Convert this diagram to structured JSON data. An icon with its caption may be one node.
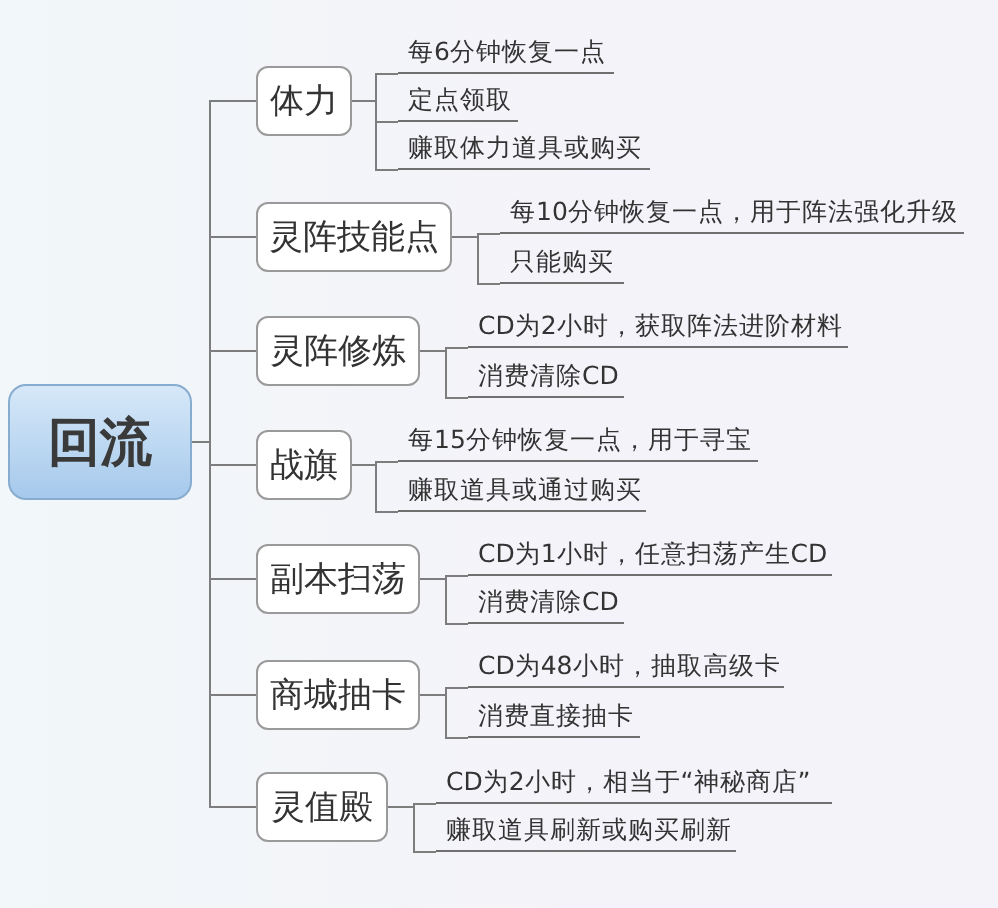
{
  "diagram": {
    "nodes": [
      {
        "text": [
          "回流"
        ]
      },
      {
        "text": [
          "体力"
        ]
      },
      {
        "text": [
          "每6分钟恢复一点"
        ]
      },
      {
        "text": [
          "定点领取"
        ]
      },
      {
        "text": [
          "赚取体力道具或购买"
        ]
      },
      {
        "text": [
          "灵阵技能点"
        ]
      },
      {
        "text": [
          "每10分钟恢复一点，用于阵法强化升级"
        ]
      },
      {
        "text": [
          "只能购买"
        ]
      },
      {
        "text": [
          "灵阵修炼"
        ]
      },
      {
        "text": [
          "CD为2小时，获取阵法进阶材料"
        ]
      },
      {
        "text": [
          "消费清除CD"
        ]
      },
      {
        "text": [
          "战旗"
        ]
      },
      {
        "text": [
          "每15分钟恢复一点，用于寻宝"
        ]
      },
      {
        "text": [
          "赚取道具或通过购买"
        ]
      },
      {
        "text": [
          "副本扫荡"
        ]
      },
      {
        "text": [
          "CD为1小时，任意扫荡产生CD"
        ]
      },
      {
        "text": [
          "消费清除CD"
        ]
      },
      {
        "text": [
          "商城抽卡"
        ]
      },
      {
        "text": [
          "CD为48小时，抽取高级卡"
        ]
      },
      {
        "text": [
          "消费直接抽卡"
        ]
      },
      {
        "text": [
          "灵值殿"
        ]
      },
      {
        "text": [
          "CD为2小时，相当于“神秘商店”"
        ]
      },
      {
        "text": [
          "赚取道具刷新或购买刷新"
        ]
      }
    ],
    "edges": [
      {
        "from": 0,
        "to": 1,
        "arrow": "none"
      },
      {
        "from": 0,
        "to": 5,
        "arrow": "none"
      },
      {
        "from": 0,
        "to": 8,
        "arrow": "none"
      },
      {
        "from": 0,
        "to": 11,
        "arrow": "none"
      },
      {
        "from": 0,
        "to": 14,
        "arrow": "none"
      },
      {
        "from": 0,
        "to": 17,
        "arrow": "none"
      },
      {
        "from": 0,
        "to": 20,
        "arrow": "none"
      },
      {
        "from": 1,
        "to": 2,
        "arrow": "none"
      },
      {
        "from": 1,
        "to": 3,
        "arrow": "none"
      },
      {
        "from": 1,
        "to": 4,
        "arrow": "none"
      },
      {
        "from": 5,
        "to": 6,
        "arrow": "none"
      },
      {
        "from": 5,
        "to": 7,
        "arrow": "none"
      },
      {
        "from": 8,
        "to": 9,
        "arrow": "none"
      },
      {
        "from": 8,
        "to": 10,
        "arrow": "none"
      },
      {
        "from": 11,
        "to": 12,
        "arrow": "none"
      },
      {
        "from": 11,
        "to": 13,
        "arrow": "none"
      },
      {
        "from": 14,
        "to": 15,
        "arrow": "none"
      },
      {
        "from": 14,
        "to": 16,
        "arrow": "none"
      },
      {
        "from": 17,
        "to": 18,
        "arrow": "none"
      },
      {
        "from": 17,
        "to": 19,
        "arrow": "none"
      },
      {
        "from": 20,
        "to": 21,
        "arrow": "none"
      },
      {
        "from": 20,
        "to": 22,
        "arrow": "none"
      }
    ]
  }
}
